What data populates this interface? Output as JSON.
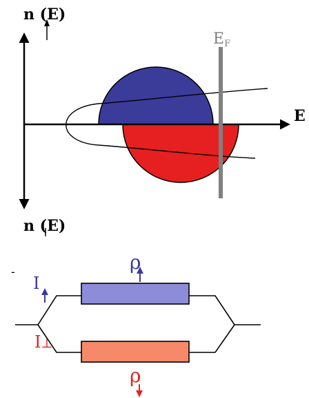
{
  "labels": {
    "dos_up": "n (E)",
    "dos_down": "n (E)",
    "energy_axis": "E",
    "fermi_base": "E",
    "fermi_sub": "F",
    "current_up": "I",
    "current_down": "I",
    "current_down_sub": "⊥",
    "resistivity_up": "ρ",
    "resistivity_down": "ρ",
    "dash_mark": "-"
  },
  "colors": {
    "majority_band": "#3b3b9a",
    "minority_band": "#e62020",
    "majority_resistor": "#8c8cd8",
    "minority_resistor": "#f5896a",
    "fermi_line": "#808080",
    "spin_up_arrow": "#3b3b9a",
    "spin_down_arrow": "#e02424"
  }
}
